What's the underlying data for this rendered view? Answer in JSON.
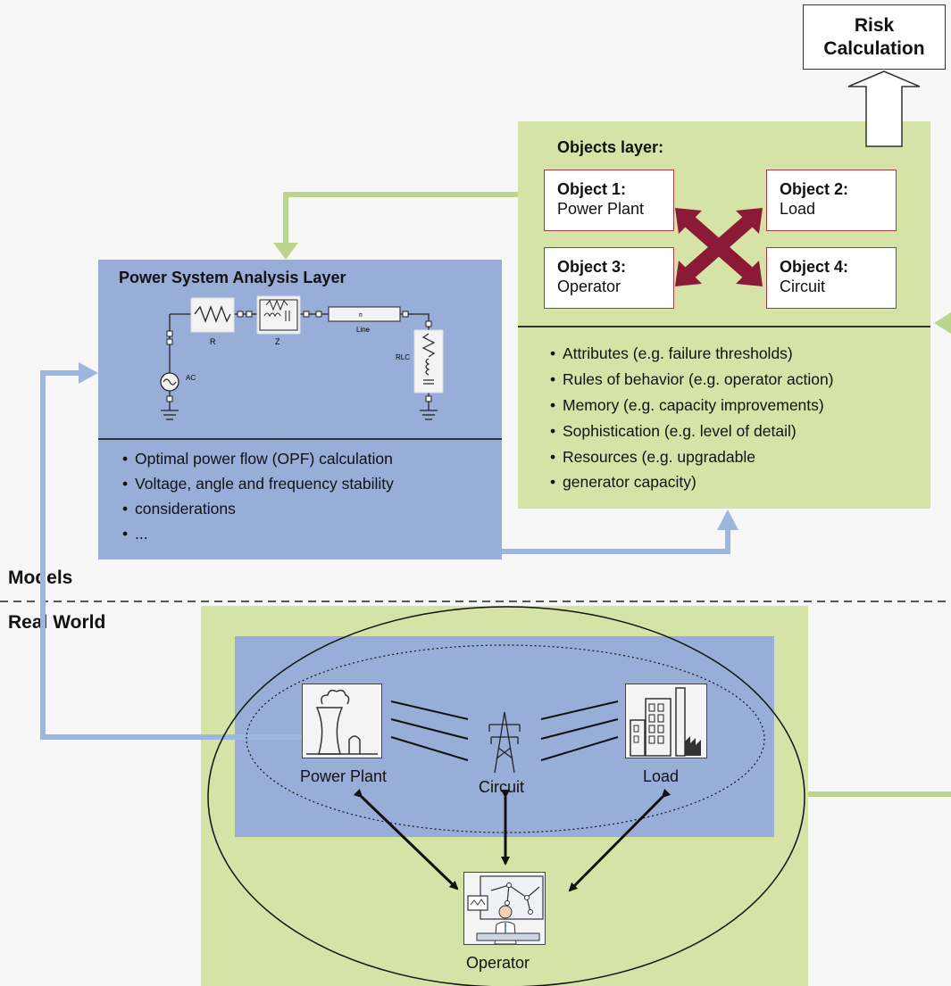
{
  "risk": {
    "line1": "Risk",
    "line2": "Calculation"
  },
  "objects_layer": {
    "title": "Objects layer:",
    "objects": [
      {
        "head": "Object 1:",
        "name": "Power Plant"
      },
      {
        "head": "Object 2:",
        "name": "Load"
      },
      {
        "head": "Object 3:",
        "name": "Operator"
      },
      {
        "head": "Object 4:",
        "name": "Circuit"
      }
    ],
    "bullets": [
      "Attributes (e.g. failure thresholds)",
      "Rules of behavior (e.g. operator action)",
      "Memory (e.g. capacity improvements)",
      "Sophistication (e.g. level of detail)",
      "Resources (e.g. upgradable",
      "generator capacity)"
    ]
  },
  "psa_layer": {
    "title": "Power System Analysis Layer",
    "circuit_labels": {
      "r": "R",
      "z": "Z",
      "line": "Line",
      "rlc": "RLC",
      "ac": "AC"
    },
    "bullets": [
      "Optimal power flow (OPF) calculation",
      "Voltage, angle and frequency stability",
      "considerations",
      "..."
    ]
  },
  "sections": {
    "models": "Models",
    "real_world": "Real World"
  },
  "real_world": {
    "power_plant": "Power Plant",
    "circuit": "Circuit",
    "load": "Load",
    "operator": "Operator"
  },
  "colors": {
    "green_panel": "#d5e3a7",
    "blue_panel": "#98aed8",
    "green_arrow": "#bcd58e",
    "blue_arrow": "#9db6de",
    "cross": "#8b1a37",
    "object_border": "#a23a47"
  }
}
